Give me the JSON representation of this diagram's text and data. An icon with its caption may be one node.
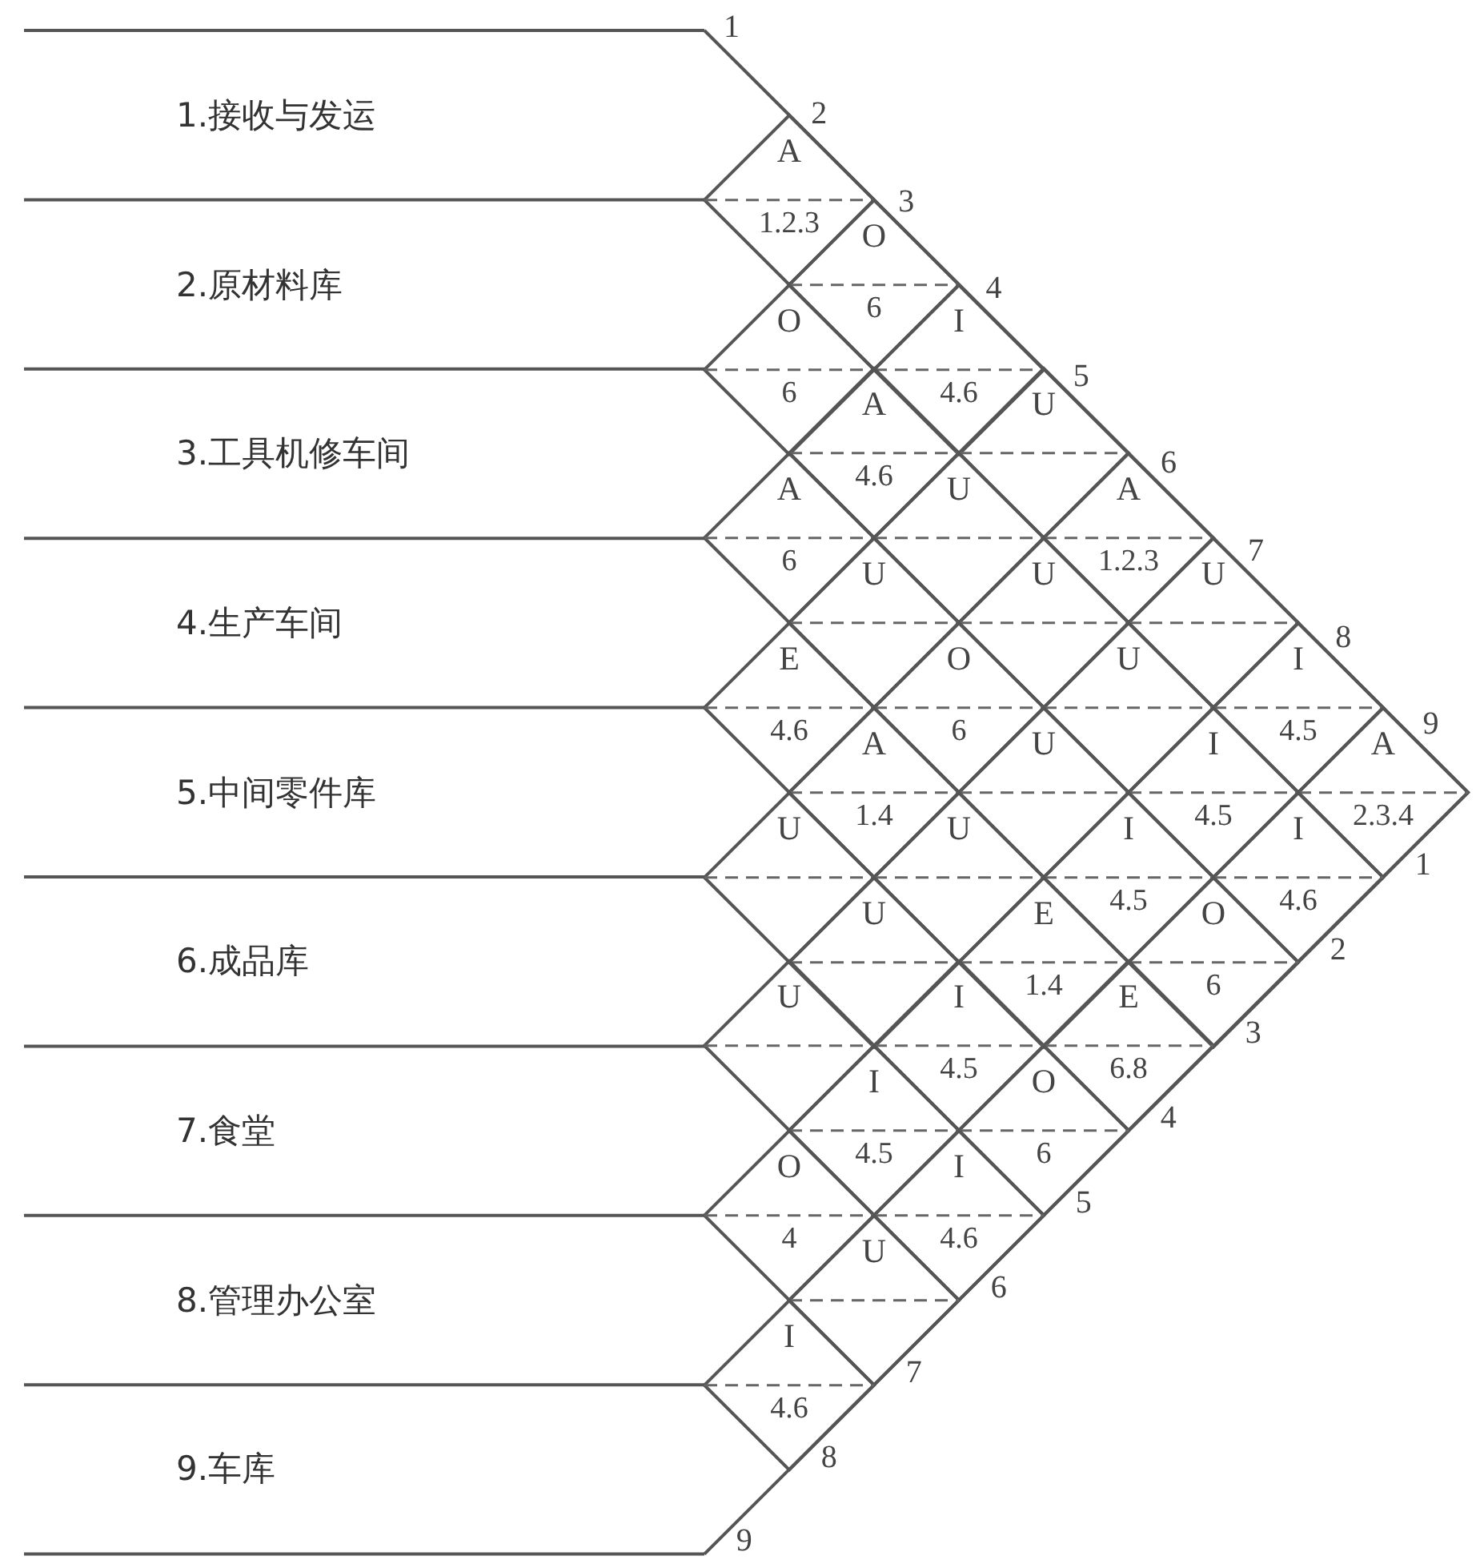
{
  "diagram": {
    "nodes": [
      {
        "text": [
          "1.接收与发运"
        ]
      },
      {
        "text": [
          "2.原材料库"
        ]
      },
      {
        "text": [
          "3.工具机修车间"
        ]
      },
      {
        "text": [
          "4.生产车间"
        ]
      },
      {
        "text": [
          "5.中间零件库"
        ]
      },
      {
        "text": [
          "6.成品库"
        ]
      },
      {
        "text": [
          "7.食堂"
        ]
      },
      {
        "text": [
          "8.管理办公室"
        ]
      },
      {
        "text": [
          "9.车库"
        ]
      },
      {
        "text": [
          "A",
          "1.2.3"
        ]
      },
      {
        "text": [
          "O",
          "6"
        ]
      },
      {
        "text": [
          "O",
          "6"
        ]
      },
      {
        "text": [
          "I",
          "4.6"
        ]
      },
      {
        "text": [
          "A",
          "4.6"
        ]
      },
      {
        "text": [
          "U"
        ]
      },
      {
        "text": [
          "A",
          "6"
        ]
      },
      {
        "text": [
          "U"
        ]
      },
      {
        "text": [
          "A",
          "1.2.3"
        ]
      },
      {
        "text": [
          "U"
        ]
      },
      {
        "text": [
          "U"
        ]
      },
      {
        "text": [
          "U"
        ]
      },
      {
        "text": [
          "E",
          "4.6"
        ]
      },
      {
        "text": [
          "O",
          "6"
        ]
      },
      {
        "text": [
          "U"
        ]
      },
      {
        "text": [
          "I",
          "4.5"
        ]
      },
      {
        "text": [
          "A",
          "1.4"
        ]
      },
      {
        "text": [
          "U"
        ]
      },
      {
        "text": [
          "I",
          "4.5"
        ]
      },
      {
        "text": [
          "A",
          "2.3.4"
        ]
      },
      {
        "text": [
          "U"
        ]
      },
      {
        "text": [
          "U"
        ]
      },
      {
        "text": [
          "I",
          "4.5"
        ]
      },
      {
        "text": [
          "I",
          "4.6"
        ]
      },
      {
        "text": [
          "U"
        ]
      },
      {
        "text": [
          "E",
          "1.4"
        ]
      },
      {
        "text": [
          "O",
          "6"
        ]
      },
      {
        "text": [
          "U"
        ]
      },
      {
        "text": [
          "I",
          "4.5"
        ]
      },
      {
        "text": [
          "E",
          "6.8"
        ]
      },
      {
        "text": [
          "I",
          "4.5"
        ]
      },
      {
        "text": [
          "O",
          "6"
        ]
      },
      {
        "text": [
          "O",
          "4"
        ]
      },
      {
        "text": [
          "I",
          "4.6"
        ]
      },
      {
        "text": [
          "U"
        ]
      },
      {
        "text": [
          "I",
          "4.6"
        ]
      }
    ],
    "labels": [
      "1",
      "2",
      "3",
      "4",
      "5",
      "6",
      "7",
      "8",
      "9",
      "1",
      "2",
      "3",
      "4",
      "5",
      "6",
      "7",
      "8",
      "9"
    ]
  }
}
